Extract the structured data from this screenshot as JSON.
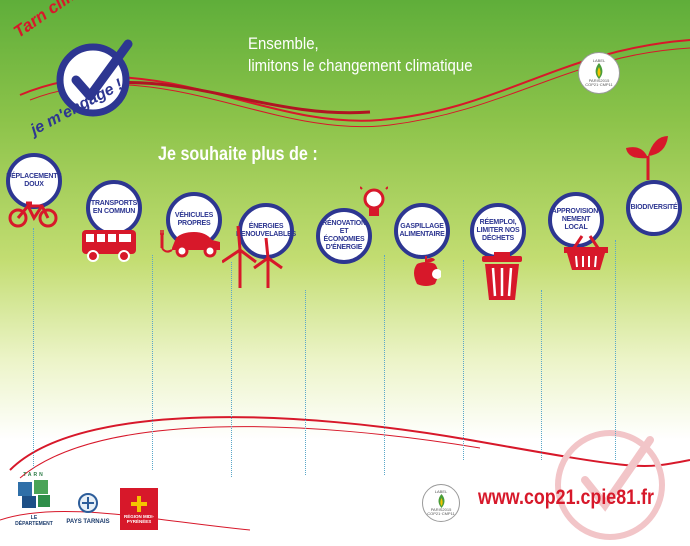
{
  "brand": {
    "line1": "Tarn climat",
    "line2": "je m'engage !"
  },
  "slogan": {
    "line1": "Ensemble,",
    "line2": "limitons le changement climatique"
  },
  "subtitle": "Je souhaite plus de :",
  "categories": [
    {
      "label": "Déplacements doux",
      "icon": "bicycle-icon"
    },
    {
      "label": "Transports en commun",
      "icon": "bus-icon"
    },
    {
      "label": "Véhicules propres",
      "icon": "electric-car-icon"
    },
    {
      "label": "Énergies renouvelables",
      "icon": "wind-turbine-icon"
    },
    {
      "label": "Rénovation et économies d'énergie",
      "icon": "lightbulb-icon"
    },
    {
      "label": "Gaspillage alimentaire",
      "icon": "apple-core-icon"
    },
    {
      "label": "Réemploi, limiter nos déchets",
      "icon": "trash-bin-icon"
    },
    {
      "label": "Approvision-nement local",
      "icon": "shopping-basket-icon"
    },
    {
      "label": "Biodiversité",
      "icon": "sprout-icon"
    }
  ],
  "badge": {
    "top": "LABEL",
    "line1": "PARIS2015",
    "line2": "COP21·CMP11"
  },
  "footer": {
    "url": "www.cop21.cpie81.fr",
    "tarn_top": "TARN",
    "tarn_caption": "LE DÉPARTEMENT",
    "pays_caption": "PAYS TARNAIS",
    "region_caption": "RÉGION MIDI-PYRÉNÉES"
  },
  "colors": {
    "brand_red": "#d7182a",
    "brand_blue": "#2d3691",
    "green_top": "#5fae3a"
  }
}
